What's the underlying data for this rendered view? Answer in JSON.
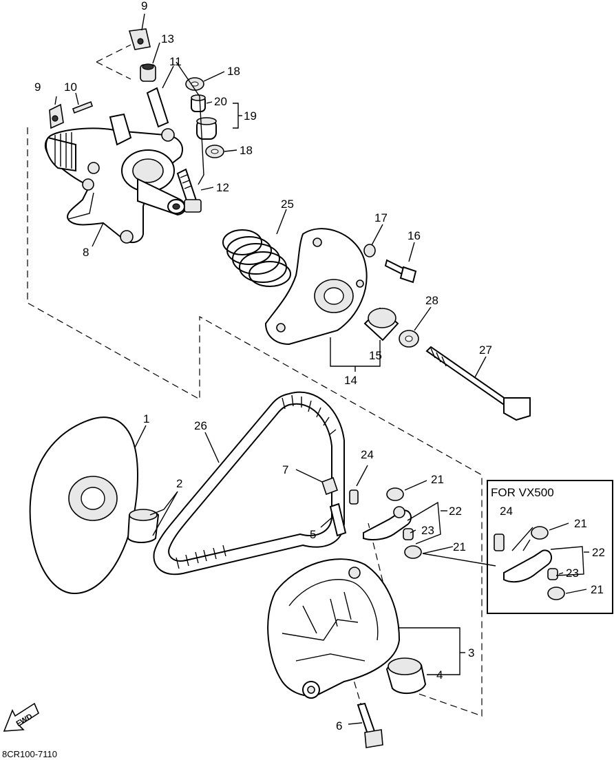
{
  "box_title": "FOR VX500",
  "footer_code": "8CR100-7110",
  "fwd_label": "FWD",
  "labels": {
    "p1": "1",
    "p2": "2",
    "p3": "3",
    "p4": "4",
    "p5": "5",
    "p6": "6",
    "p7": "7",
    "p8": "8",
    "p9a": "9",
    "p9b": "9",
    "p10": "10",
    "p11": "11",
    "p12": "12",
    "p13": "13",
    "p14": "14",
    "p15": "15",
    "p16": "16",
    "p17": "17",
    "p18a": "18",
    "p18b": "18",
    "p19": "19",
    "p20": "20",
    "p21a": "21",
    "p21b": "21",
    "p22": "22",
    "p23": "23",
    "p24": "24",
    "p25": "25",
    "p26": "26",
    "p27": "27",
    "p28": "28",
    "b21a": "21",
    "b21b": "21",
    "b22": "22",
    "b23": "23",
    "b24": "24"
  }
}
